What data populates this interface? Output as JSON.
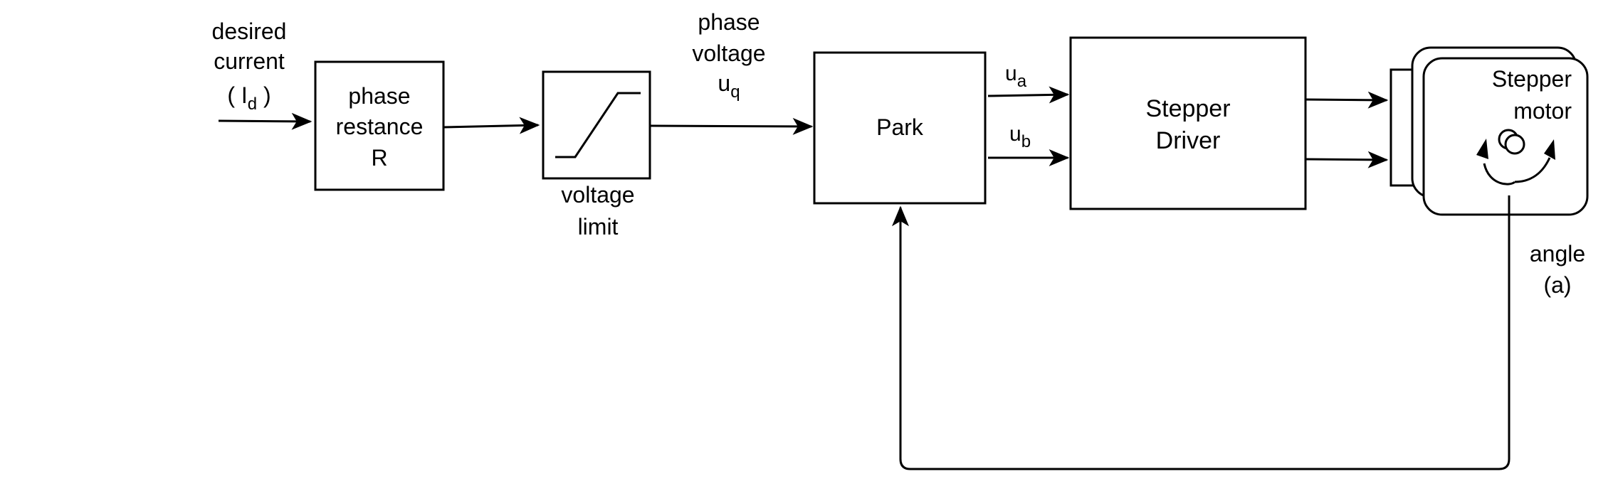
{
  "diagram": {
    "input": {
      "line1": "desired",
      "line2": "current",
      "paren_open": "( ",
      "symbol": "I",
      "subscript": "d",
      "paren_close": " )"
    },
    "phase_resistance": {
      "line1": "phase",
      "line2": "restance",
      "line3": "R"
    },
    "voltage_limit": {
      "line1": "voltage",
      "line2": "limit"
    },
    "phase_voltage": {
      "line1": "phase",
      "line2": "voltage",
      "symbol": "u",
      "subscript": "q"
    },
    "park": {
      "label": "Park"
    },
    "signal_ua": {
      "symbol": "u",
      "subscript": "a"
    },
    "signal_ub": {
      "symbol": "u",
      "subscript": "b"
    },
    "stepper_driver": {
      "line1": "Stepper",
      "line2": "Driver"
    },
    "stepper_motor": {
      "line1": "Stepper",
      "line2": "motor"
    },
    "angle": {
      "line1": "angle",
      "line2": "(a)"
    },
    "colors": {
      "stroke": "#000000",
      "background": "#ffffff"
    }
  }
}
